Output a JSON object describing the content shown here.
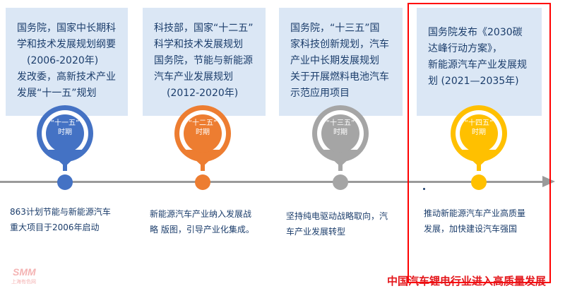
{
  "stages": [
    {
      "pin_line1": "“十一五”",
      "pin_line2": "时期",
      "color": "#4472c4",
      "box_lines": [
        "国务院，国家中长期科",
        "学和技术发展规划纲要",
        "(2006-2020年)",
        "发改委，高新技术产业",
        "发展“十一五”规划"
      ],
      "bottom_lines": [
        "863计划节能与新能源汽车",
        "重大项目于2006年启动"
      ]
    },
    {
      "pin_line1": "“十二五”",
      "pin_line2": "时期",
      "color": "#ed7d31",
      "box_lines": [
        "科技部，国家“十二五”",
        "科学和技术发展规划",
        "国务院，节能与新能源",
        "汽车产业发展规划",
        "(2012-2020年)"
      ],
      "bottom_lines": [
        "新能源汽车产业纳入发展战",
        "略 版图，引导产业化集成。"
      ]
    },
    {
      "pin_line1": "“十三五”",
      "pin_line2": "时期",
      "color": "#a5a5a5",
      "box_lines": [
        "国务院，“十三五”国",
        "家科技创新规划，汽车",
        "产业中长期发展规划",
        "关于开展燃料电池汽车",
        "示范应用项目"
      ],
      "bottom_lines": [
        "坚持纯电驱动战略取向，汽",
        "车产业发展转型"
      ]
    },
    {
      "pin_line1": "“十四五”",
      "pin_line2": "时期",
      "color": "#ffc000",
      "box_lines": [
        "国务院发布《2030碳",
        "达峰行动方案》，",
        "新能源汽车产业发展规",
        "划 (2021—2035年)"
      ],
      "bottom_lines": [
        "推动新能源汽车产业高质量",
        "发展，加快建设汽车强国"
      ]
    }
  ],
  "caption": "中国汽车锂电行业进入高质量发展",
  "logo": {
    "text": "SMM",
    "subtext": "上海有色网"
  }
}
